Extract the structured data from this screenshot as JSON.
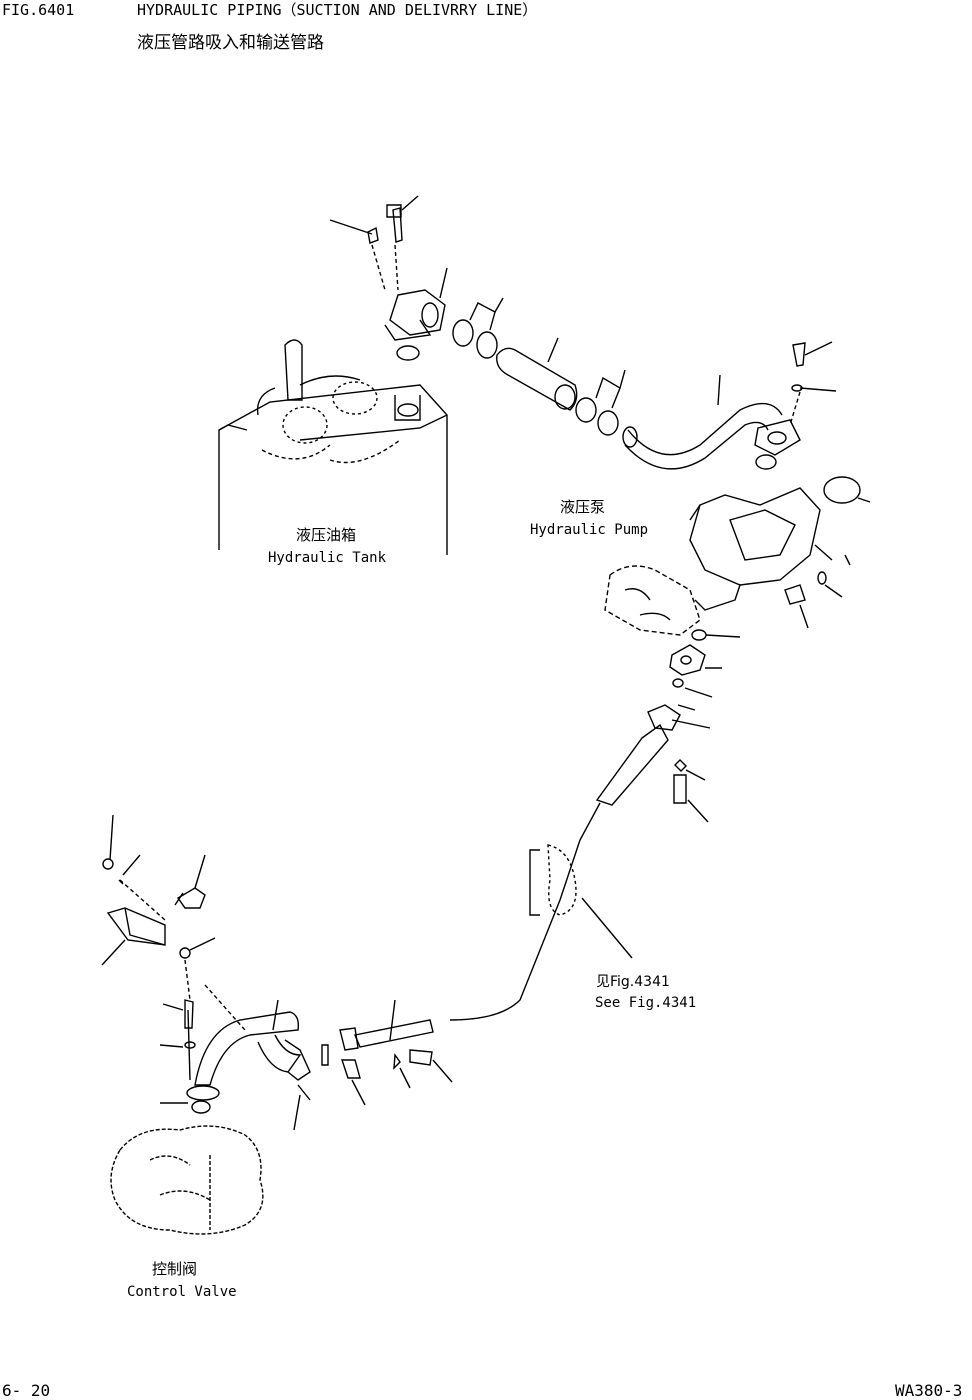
{
  "header": {
    "fig_number": "FIG.6401",
    "title_en": "HYDRAULIC PIPING（SUCTION AND DELIVRRY LINE）",
    "title_zh": "液压管路吸入和输送管路"
  },
  "labels": {
    "hydraulic_tank": {
      "zh": "液压油箱",
      "en": "Hydraulic Tank"
    },
    "hydraulic_pump": {
      "zh": "液压泵",
      "en": "Hydraulic Pump"
    },
    "see_fig": {
      "zh": "见Fig.4341",
      "en": "See Fig.4341"
    },
    "control_valve": {
      "zh": "控制阀",
      "en": "Control Valve"
    }
  },
  "footer": {
    "page_number": "6- 20",
    "model": "WA380-3"
  }
}
